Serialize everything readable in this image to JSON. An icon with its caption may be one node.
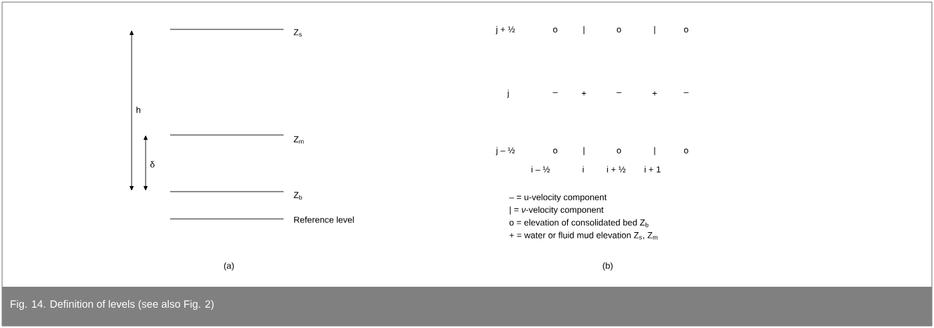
{
  "diagram": {
    "caption": "Fig. 14. Definition of levels  (see also Fig. 2)",
    "labels": [
      "Z$_{s}$",
      "h",
      "Z$_{m}$",
      "δ",
      "Z$_{b}$",
      "Reference level",
      "(a)",
      "j + ½",
      "o",
      "|",
      "o",
      "|",
      "o",
      "j",
      "–",
      "+",
      "–",
      "+",
      "–",
      "j – ½",
      "o",
      "|",
      "o",
      "|",
      "o",
      "i – ½",
      "i",
      "i + ½",
      "i + 1",
      "– = u-velocity component",
      "| = *ν*-velocity component",
      "o = elevation of consolidated bed Z$_{b}$",
      "+ = water or fluid mud elevation Z$_{s}$, Z$_{m}$",
      "(b)"
    ]
  }
}
